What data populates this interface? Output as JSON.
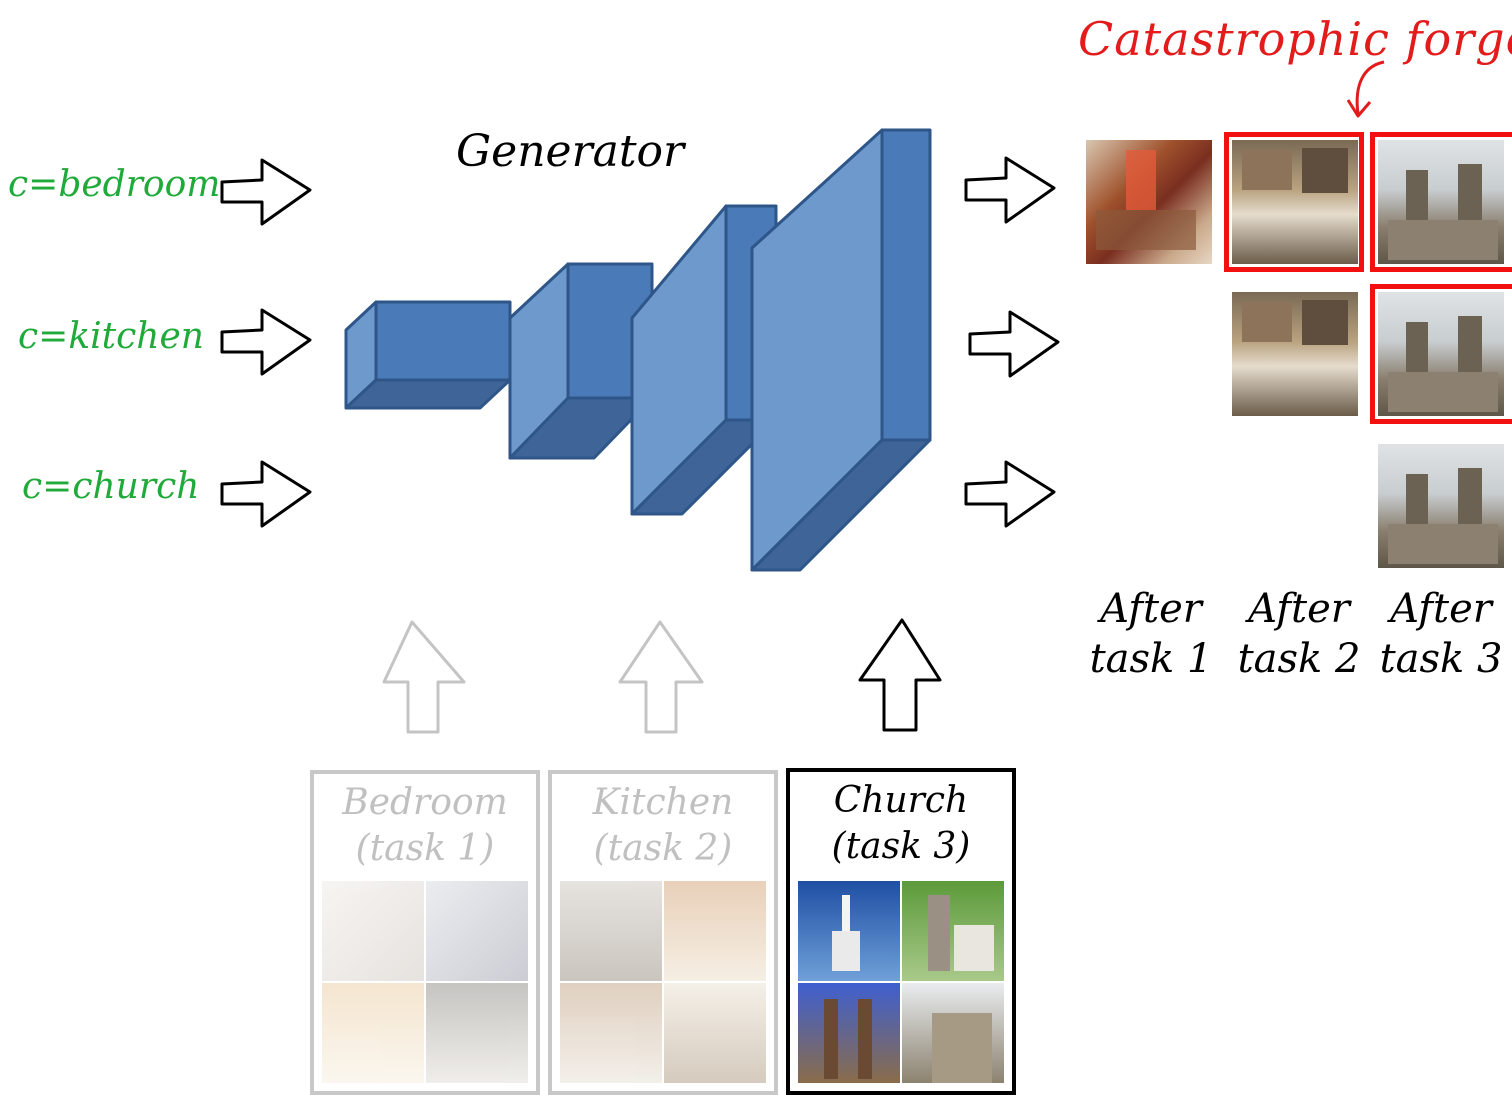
{
  "header": {
    "catastrophic_label": "Catastrophic forge"
  },
  "generator": {
    "title": "Generator"
  },
  "conditions": [
    "c=bedroom",
    "c=kitchen",
    "c=church"
  ],
  "after_labels": [
    "After task 1",
    "After task 2",
    "After task 3"
  ],
  "tasks": [
    {
      "name": "Bedroom",
      "sub": "(task 1)",
      "active": false
    },
    {
      "name": "Kitchen",
      "sub": "(task 2)",
      "active": false
    },
    {
      "name": "Church",
      "sub": "(task 3)",
      "active": true
    }
  ],
  "colors": {
    "block_front": "#4a7ab8",
    "block_side": "#6e99cc",
    "block_bottom": "#3f6598",
    "block_stroke": "#2e5688",
    "condition_text": "#1faa3a",
    "forgetting": "#e31b1b"
  }
}
